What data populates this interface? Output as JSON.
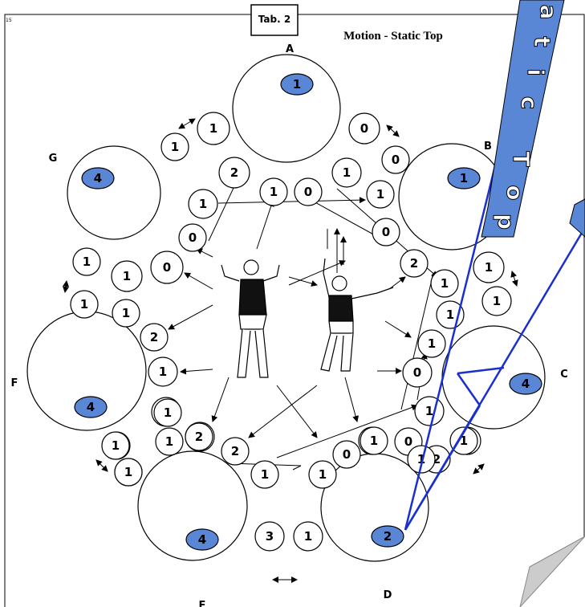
{
  "page_number": "15",
  "tab_label": "Tab. 2",
  "title": "Motion - Static  Top",
  "vertical_banner": [
    "a",
    "t",
    "i",
    "c",
    "T",
    "o",
    "p"
  ],
  "stations": [
    {
      "label": "A",
      "value": "1"
    },
    {
      "label": "B",
      "value": "1"
    },
    {
      "label": "C",
      "value": "4"
    },
    {
      "label": "D",
      "value": "2"
    },
    {
      "label": "E",
      "value": "4"
    },
    {
      "label": "F",
      "value": "4"
    },
    {
      "label": "G",
      "value": "4"
    }
  ],
  "small_nodes": [
    "1",
    "1",
    "0",
    "0",
    "2",
    "1",
    "1",
    "1",
    "0",
    "1",
    "0",
    "0",
    "1",
    "1",
    "0",
    "2",
    "1",
    "1",
    "1",
    "1",
    "1",
    "1",
    "2",
    "1",
    "0",
    "1",
    "1",
    "1",
    "2",
    "1",
    "1",
    "2",
    "1",
    "0",
    "2",
    "2",
    "0",
    "1",
    "1",
    "1",
    "3",
    "1",
    "1",
    "1",
    "1",
    "2",
    "1",
    "1",
    "1"
  ],
  "colors": {
    "accent": "#5a86d6",
    "line_blue": "#1a2fd0",
    "banner": "#5a86d6"
  }
}
